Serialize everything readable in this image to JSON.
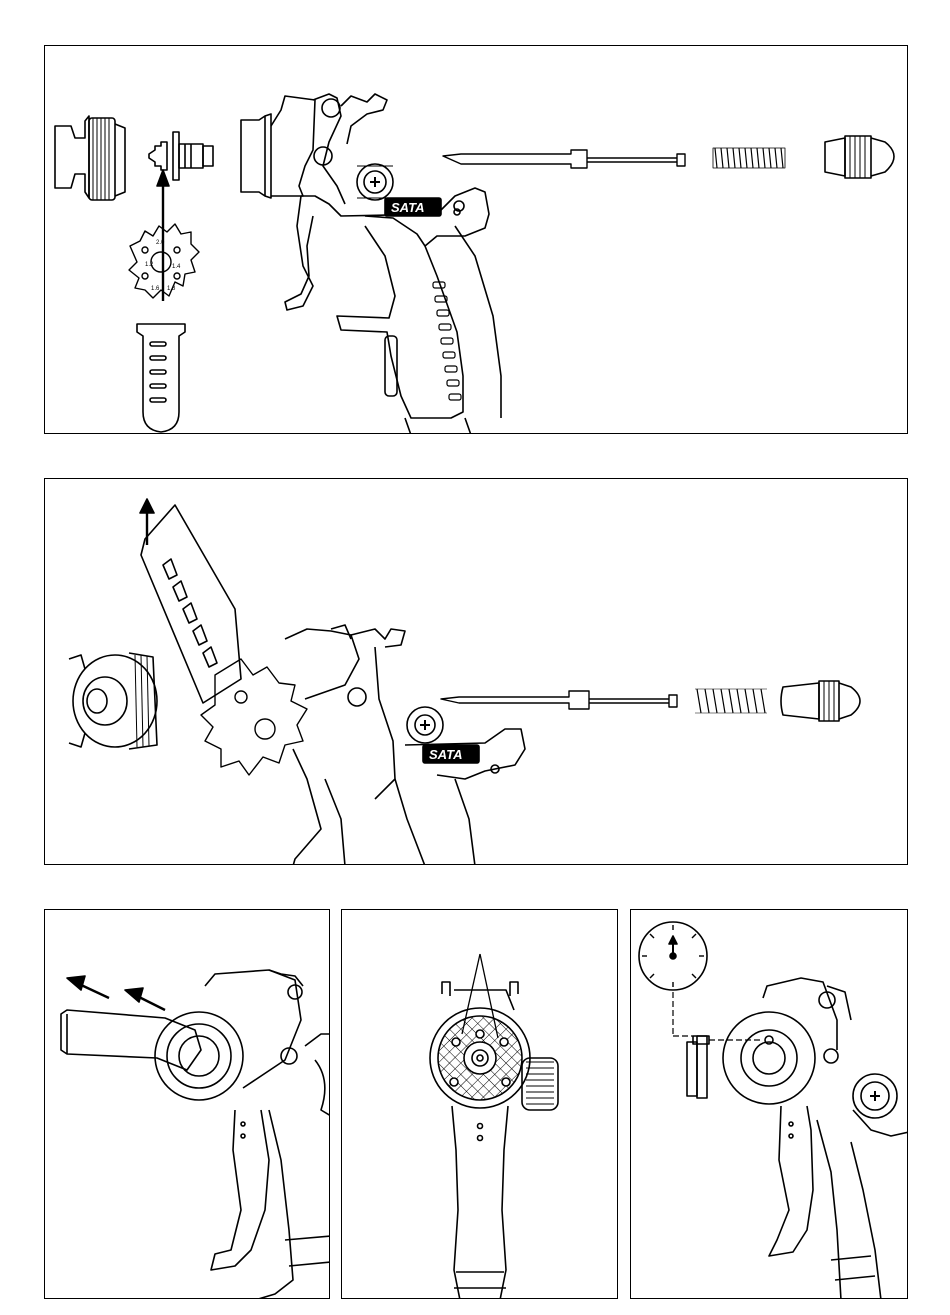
{
  "brand": {
    "logo_text": "SATA"
  },
  "tool": {
    "gauge_marks": [
      "2.0",
      "1.2",
      "1.4",
      "1.6",
      "1.8"
    ]
  },
  "colors": {
    "line": "#000000",
    "background": "#ffffff"
  },
  "icons": [
    "arrow-up-icon",
    "arrow-left-icon",
    "clock-gauge-icon"
  ]
}
